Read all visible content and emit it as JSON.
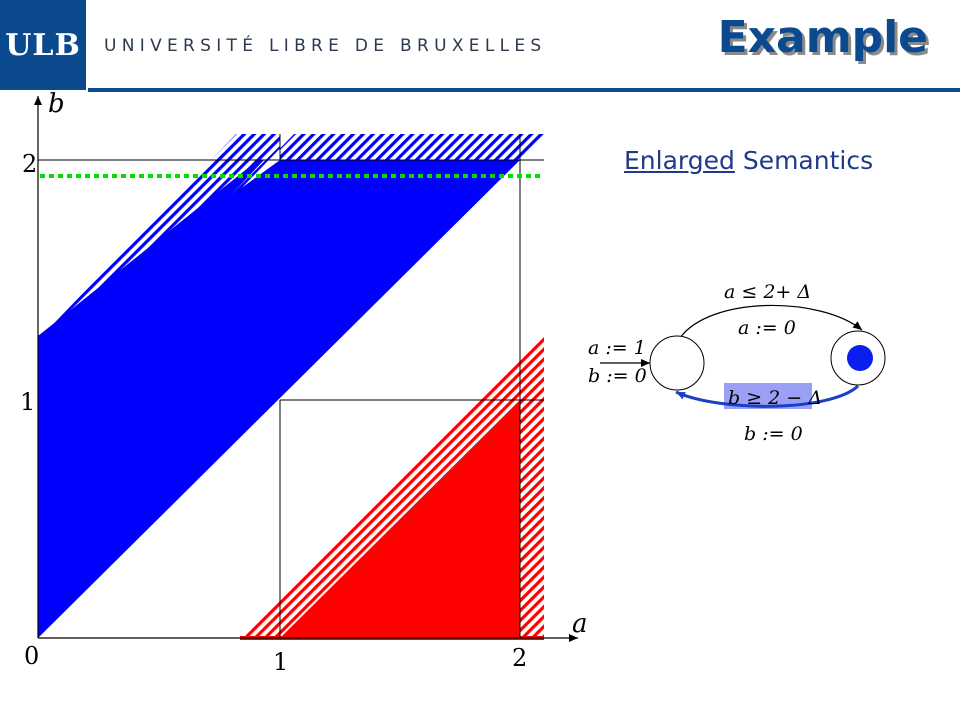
{
  "header": {
    "logo": "ULB",
    "university": "UNIVERSITÉ LIBRE DE BRUXELLES",
    "title": "Example"
  },
  "subtitle": {
    "underlined": "Enlarged",
    "rest": " Semantics"
  },
  "plot": {
    "x_label": "a",
    "y_label": "b",
    "x_ticks": [
      "0",
      "1",
      "2"
    ],
    "y_ticks": [
      "1",
      "2"
    ],
    "colors": {
      "blue": "#0000ff",
      "red": "#ff0000",
      "green": "#00dd00"
    }
  },
  "automaton": {
    "top_guard": "a ≤ 2+ Δ",
    "top_reset": "a := 0",
    "init_reset_a": "a := 1",
    "init_reset_b": "b := 0",
    "bottom_guard": "b ≥ 2 − Δ",
    "bottom_reset": "b := 0",
    "colors": {
      "edge_bottom": "#1a3fc4",
      "guard_highlight": "#9aa0f5",
      "state_dot": "#0a1ef0"
    }
  }
}
